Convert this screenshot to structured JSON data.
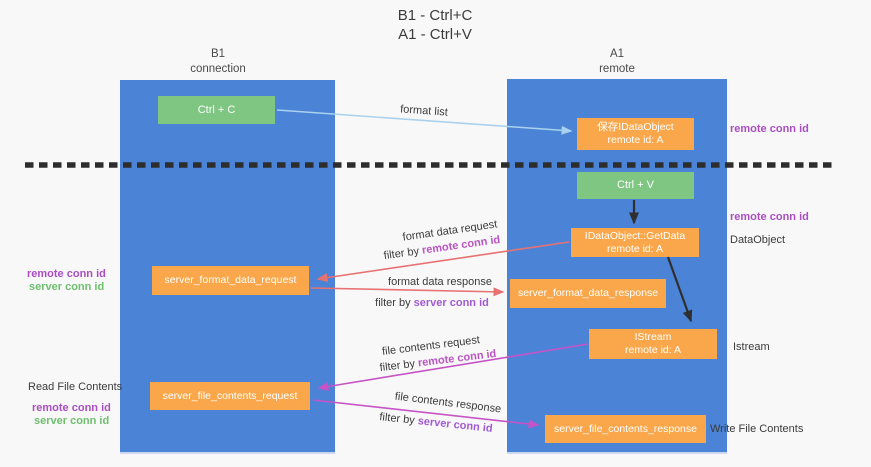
{
  "title": {
    "line1": "B1 - Ctrl+C",
    "line2": "A1 - Ctrl+V"
  },
  "lanes": {
    "left": {
      "name": "B1",
      "role": "connection"
    },
    "right": {
      "name": "A1",
      "role": "remote"
    }
  },
  "boxes": {
    "ctrl_c": "Ctrl + C",
    "ctrl_v": "Ctrl + V",
    "save_idataobject": {
      "line1": "保存IDataObject",
      "line2": "remote id: A"
    },
    "getdata": {
      "line1": "IDataObject::GetData",
      "line2": "remote id: A"
    },
    "istream": {
      "line1": "IStream",
      "line2": "remote id: A"
    },
    "format_request": "server_format_data_request",
    "format_response": "server_format_data_response",
    "file_request": "server_file_contents_request",
    "file_response": "server_file_contents_response"
  },
  "left_labels": {
    "remote_conn": "remote conn id",
    "server_conn": "server conn id",
    "read_file": "Read File Contents",
    "remote_conn2": "remote conn id",
    "server_conn2": "server conn id"
  },
  "right_labels": {
    "remote_conn1": "remote conn id",
    "remote_conn2": "remote conn id",
    "dataobject": "DataObject",
    "istream": "Istream",
    "write_file": "Write File Contents"
  },
  "arrow_labels": {
    "format_list": "format list",
    "format_data_request": "format data request",
    "format_data_response": "format data response",
    "file_contents_request": "file contents request",
    "file_contents_response": "file contents response",
    "filter_prefix": "filter by ",
    "remote_conn_id": "remote conn id",
    "server_conn_id": "server conn id"
  },
  "colors": {
    "background": "#f8f8f8",
    "lane_blue": "#4b83d6",
    "box_orange": "#f9a74a",
    "box_green": "#7ec682",
    "text_dark": "#3b3b3b",
    "label_purple": "#ab4ec4",
    "label_green": "#6ebf6e",
    "filter_remote_magenta": "#bc53c5",
    "filter_server_purple": "#a25ad4",
    "arrow_lightblue": "#a9d2ee",
    "arrow_salmon": "#e87272",
    "arrow_magenta": "#c753c7",
    "arrow_black": "#2f2f2f"
  }
}
